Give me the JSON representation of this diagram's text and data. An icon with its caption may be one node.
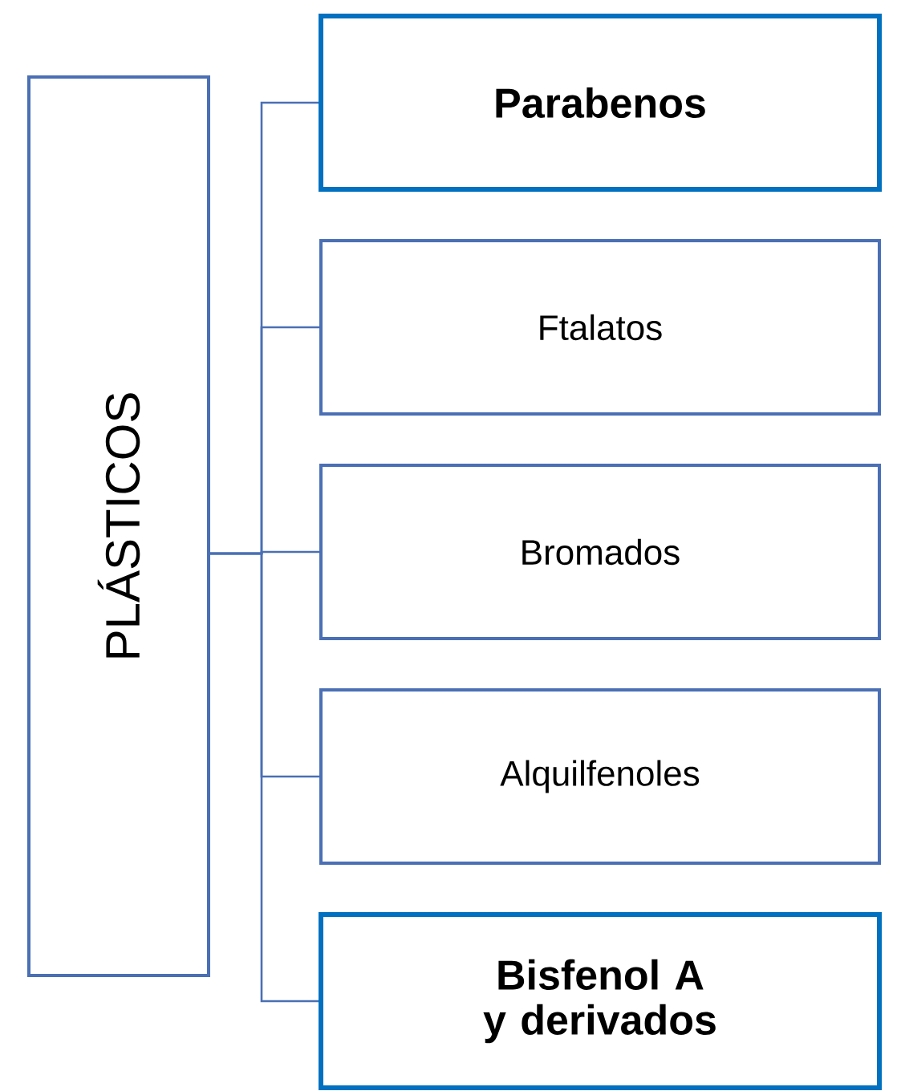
{
  "diagram": {
    "nodes": [
      {
        "text": [
          "PLÁSTICOS"
        ]
      },
      {
        "text": [
          "Parabenos"
        ]
      },
      {
        "text": [
          "Ftalatos"
        ]
      },
      {
        "text": [
          "Bromados"
        ]
      },
      {
        "text": [
          "Alquilfenoles"
        ]
      },
      {
        "text": [
          "Bisfenol A y derivados"
        ]
      }
    ],
    "edges": [
      {
        "from": 0,
        "to": 1,
        "arrow": "none"
      },
      {
        "from": 0,
        "to": 2,
        "arrow": "none"
      },
      {
        "from": 0,
        "to": 3,
        "arrow": "none"
      },
      {
        "from": 0,
        "to": 4,
        "arrow": "none"
      },
      {
        "from": 0,
        "to": 5,
        "arrow": "none"
      }
    ]
  }
}
